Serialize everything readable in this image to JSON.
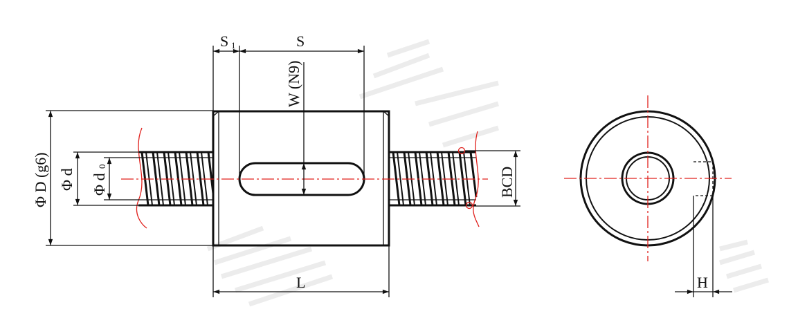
{
  "labels": {
    "s1": "S",
    "s1_sub": "1",
    "s": "S",
    "w": "W (N9)",
    "outer_d": "Φ D (g6)",
    "d": "Φ d",
    "d0": "Φ d",
    "d0_sub": "0",
    "l": "L",
    "bcd": "BCD",
    "h": "H"
  },
  "colors": {
    "line": "#111111",
    "centerline": "#e0201c",
    "watermark": "#ececec"
  }
}
